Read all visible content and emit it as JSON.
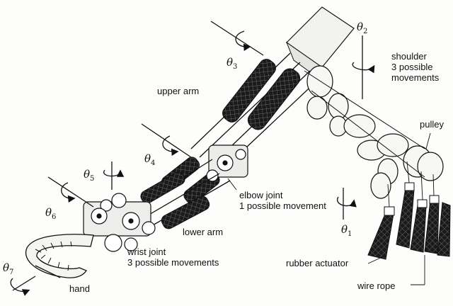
{
  "labels": {
    "upper_arm": "upper arm",
    "shoulder_line1": "shoulder",
    "shoulder_line2": "3 possible",
    "shoulder_line3": "movements",
    "pulley": "pulley",
    "elbow_line1": "elbow joint",
    "elbow_line2": "1 possible movement",
    "lower_arm": "lower arm",
    "wrist_line1": "wrist joint",
    "wrist_line2": "3 possible movements",
    "rubber_actuator": "rubber actuator",
    "wire_rope": "wire rope",
    "hand": "hand"
  },
  "angles": {
    "t1": "θ",
    "t1_sub": "1",
    "t2": "θ",
    "t2_sub": "2",
    "t3": "θ",
    "t3_sub": "3",
    "t4": "θ",
    "t4_sub": "4",
    "t5": "θ",
    "t5_sub": "5",
    "t6": "θ",
    "t6_sub": "6",
    "t7": "θ",
    "t7_sub": "7"
  },
  "colors": {
    "ink": "#111111",
    "mesh": "#2a2a2a",
    "metal": "#eeeeee",
    "paper": "#fdfdfc"
  }
}
